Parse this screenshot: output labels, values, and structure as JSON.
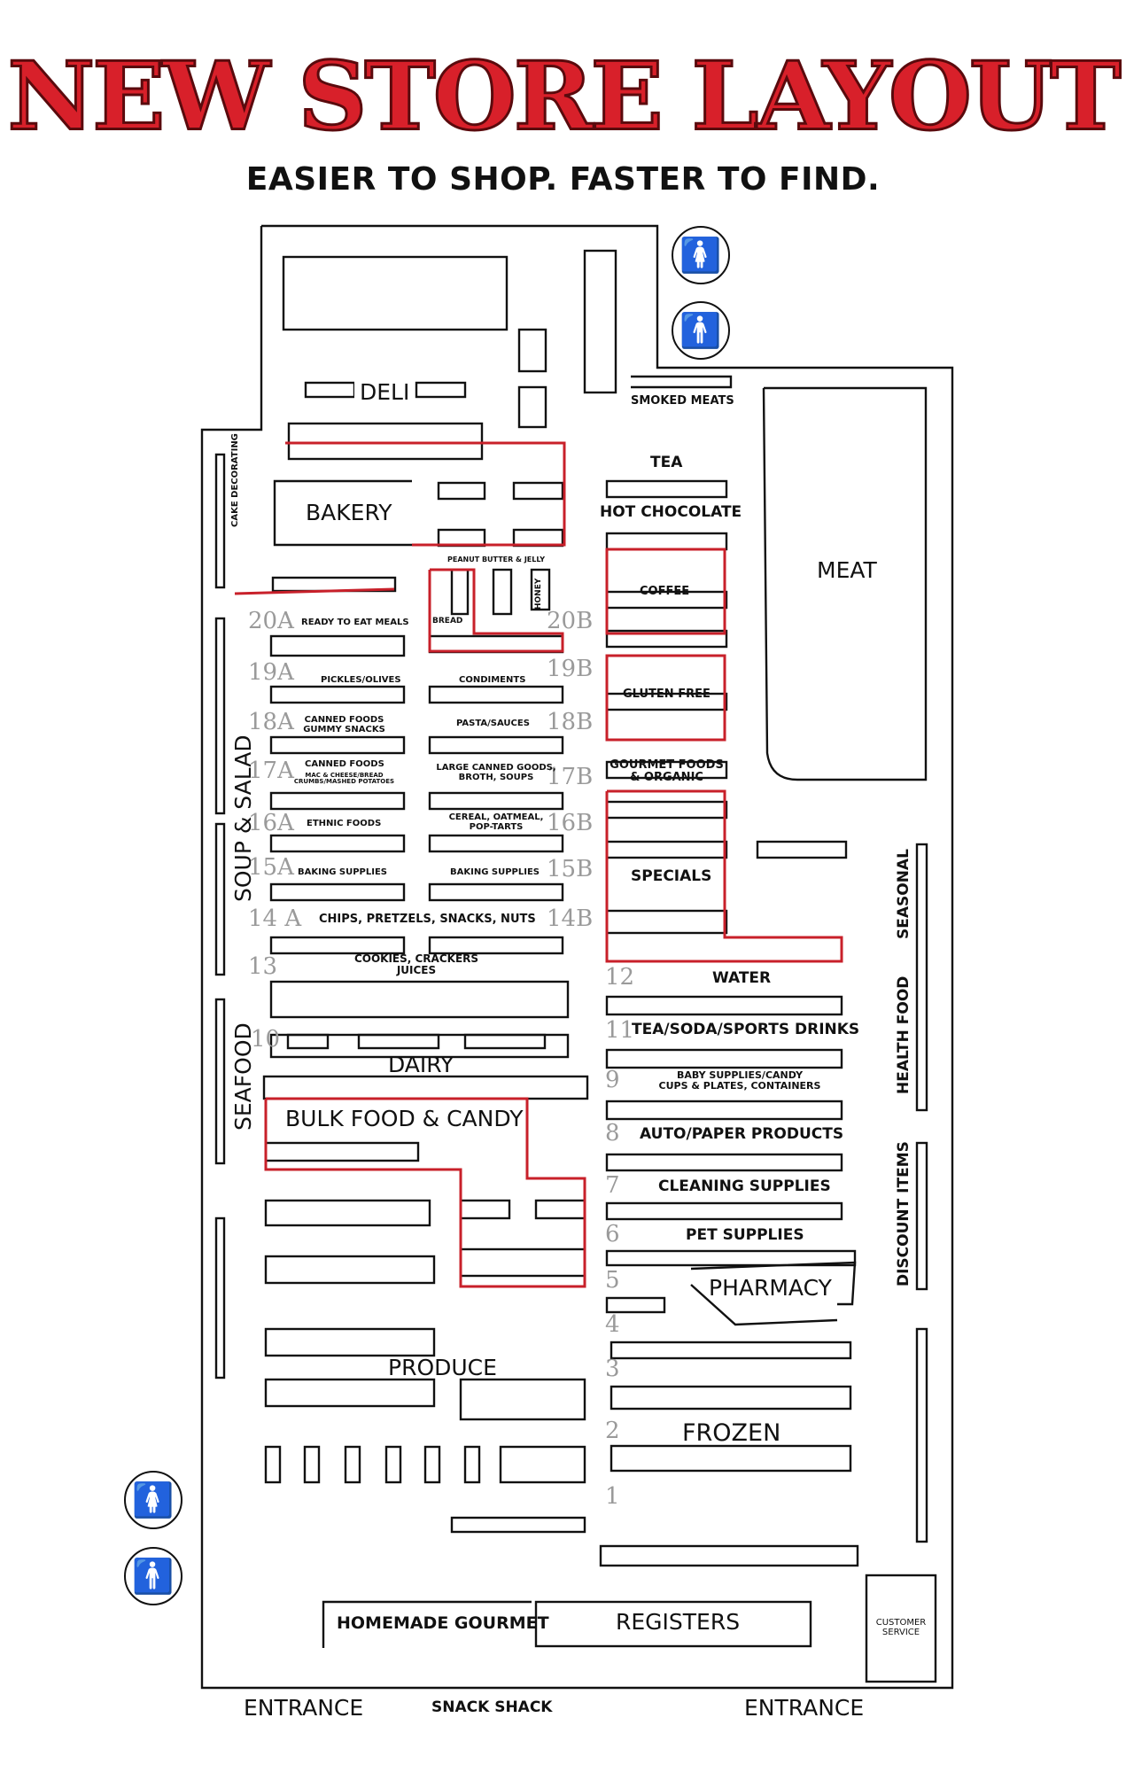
{
  "header": {
    "title": "NEW STORE LAYOUT",
    "subtitle": "EASIER TO SHOP. FASTER TO FIND."
  },
  "departments": {
    "deli": "DELI",
    "bakery": "BAKERY",
    "cake_decorating": "CAKE DECORATING",
    "smoked_meats": "SMOKED MEATS",
    "meat": "MEAT",
    "tea": "TEA",
    "hot_chocolate": "HOT CHOCOLATE",
    "coffee": "COFFEE",
    "gluten_free": "GLUTEN FREE",
    "gourmet_foods": "GOURMET FOODS\n& ORGANIC",
    "specials": "SPECIALS",
    "peanut_butter": "PEANUT BUTTER & JELLY",
    "honey": "HONEY",
    "bread": "BREAD",
    "soup_salad": "SOUP & SALAD",
    "seafood": "SEAFOOD",
    "dairy": "DAIRY",
    "bulk_food": "BULK FOOD & CANDY",
    "produce": "PRODUCE",
    "pharmacy": "PHARMACY",
    "frozen": "FROZEN",
    "seasonal": "SEASONAL",
    "health_food": "HEALTH FOOD",
    "discount_items": "DISCOUNT ITEMS",
    "homemade_gourmet": "HOMEMADE GOURMET",
    "registers": "REGISTERS",
    "customer_service": "CUSTOMER\nSERVICE",
    "entrance_left": "ENTRANCE",
    "snack_shack": "SNACK SHACK",
    "entrance_right": "ENTRANCE"
  },
  "aisles": [
    {
      "num": "20A",
      "label": "READY TO EAT MEALS"
    },
    {
      "num": "20B",
      "label": ""
    },
    {
      "num": "19A",
      "label": "PICKLES/OLIVES"
    },
    {
      "num": "19B",
      "label": "CONDIMENTS"
    },
    {
      "num": "18A",
      "label": "CANNED FOODS\nGUMMY SNACKS"
    },
    {
      "num": "18B",
      "label": "PASTA/SAUCES"
    },
    {
      "num": "17A",
      "label": "CANNED FOODS"
    },
    {
      "num": "17A_sub",
      "label": "MAC & CHEESE/BREAD\nCRUMBS/MASHED POTATOES"
    },
    {
      "num": "17B",
      "label": "LARGE CANNED GOODS,\nBROTH, SOUPS"
    },
    {
      "num": "16A",
      "label": "ETHNIC FOODS"
    },
    {
      "num": "16B",
      "label": "CEREAL, OATMEAL,\nPOP-TARTS"
    },
    {
      "num": "15A",
      "label": "BAKING SUPPLIES"
    },
    {
      "num": "15B",
      "label": "BAKING SUPPLIES"
    },
    {
      "num": "14 A",
      "label": "CHIPS, PRETZELS, SNACKS, NUTS"
    },
    {
      "num": "14B",
      "label": ""
    },
    {
      "num": "13",
      "label": "COOKIES, CRACKERS\nJUICES"
    },
    {
      "num": "12",
      "label": "WATER"
    },
    {
      "num": "11",
      "label": "TEA/SODA/SPORTS DRINKS"
    },
    {
      "num": "10",
      "label": ""
    },
    {
      "num": "9",
      "label": "BABY SUPPLIES/CANDY\nCUPS & PLATES, CONTAINERS"
    },
    {
      "num": "8",
      "label": "AUTO/PAPER PRODUCTS"
    },
    {
      "num": "7",
      "label": "CLEANING SUPPLIES"
    },
    {
      "num": "6",
      "label": "PET SUPPLIES"
    },
    {
      "num": "5",
      "label": ""
    },
    {
      "num": "4",
      "label": ""
    },
    {
      "num": "3",
      "label": ""
    },
    {
      "num": "2",
      "label": ""
    },
    {
      "num": "1",
      "label": ""
    }
  ],
  "icons": {
    "women_restroom": "women-restroom-icon",
    "men_restroom": "men-restroom-icon"
  },
  "colors": {
    "title_red": "#d8202a",
    "highlight_red": "#c8202a",
    "aisle_gray": "#9a9a9a"
  }
}
